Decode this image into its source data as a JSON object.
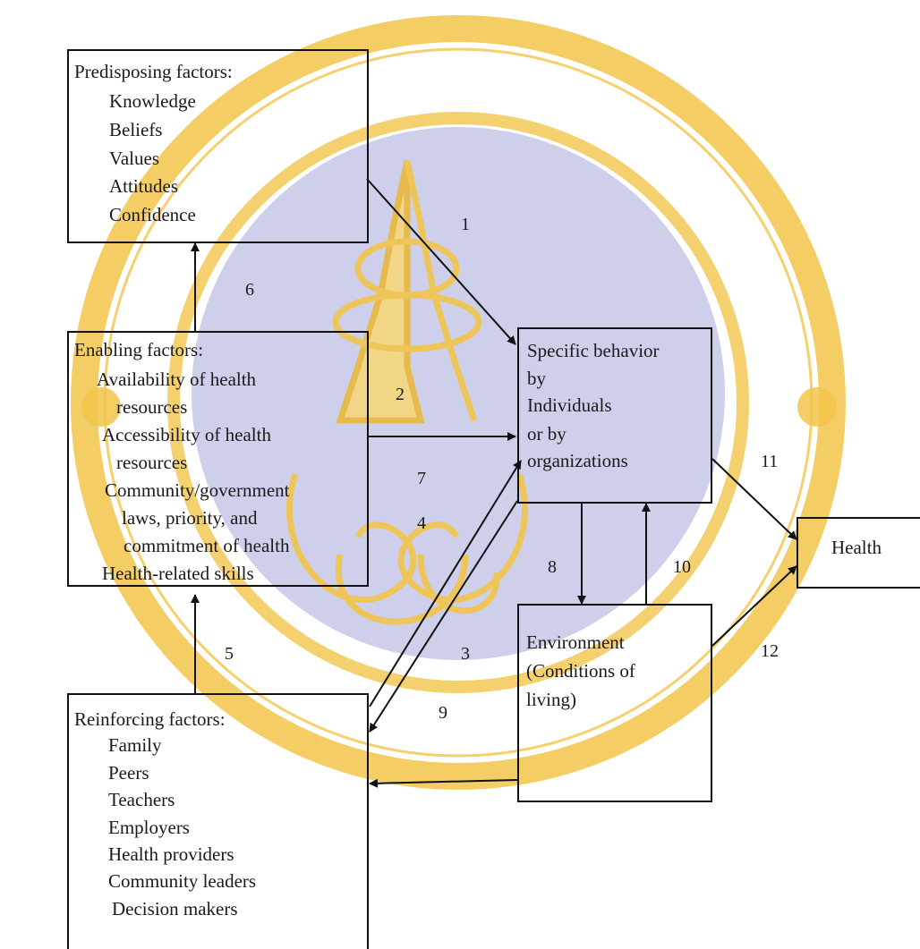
{
  "boxes": {
    "predisposing": {
      "title": "Predisposing factors:",
      "items": [
        "Knowledge",
        "Beliefs",
        "Values",
        "Attitudes",
        "Confidence"
      ]
    },
    "enabling": {
      "title": "Enabling factors:",
      "items": [
        "Availability of health",
        "resources",
        "Accessibility of health",
        "resources",
        "Community/government",
        "laws, priority, and",
        "commitment of health",
        "Health-related skills"
      ]
    },
    "reinforcing": {
      "title": "Reinforcing factors:",
      "items": [
        "Family",
        "Peers",
        "Teachers",
        "Employers",
        "Health providers",
        "Community leaders",
        "Decision makers"
      ]
    },
    "behavior": {
      "lines": [
        "Specific behavior",
        "by",
        "Individuals",
        "or by",
        "organizations"
      ]
    },
    "environment": {
      "lines": [
        "Environment",
        "(Conditions of",
        "living)"
      ]
    },
    "health": {
      "label": "Health"
    }
  },
  "arrow_labels": [
    "1",
    "2",
    "3",
    "4",
    "5",
    "6",
    "7",
    "8",
    "9",
    "10",
    "11",
    "12"
  ],
  "colors": {
    "watermark_gold": "#f2c44a",
    "watermark_blue": "#c9cbe9",
    "line": "#111111"
  }
}
